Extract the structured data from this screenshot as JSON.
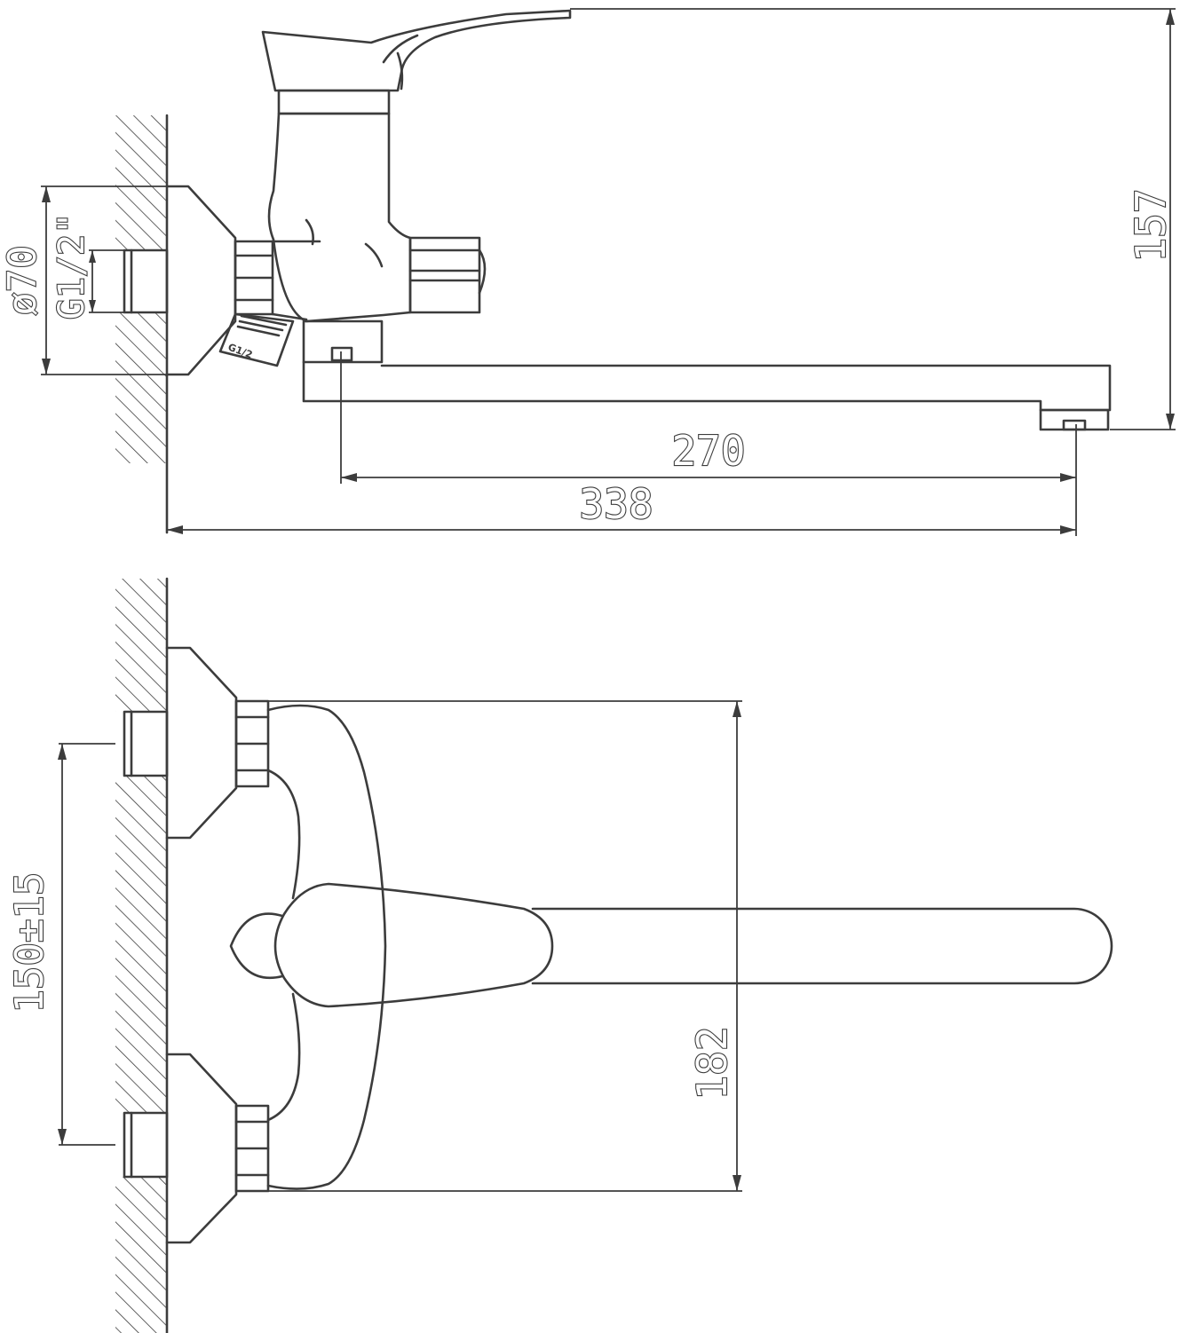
{
  "dimensions": {
    "spout_reach": "270",
    "total_reach": "338",
    "height": "157",
    "flange_diameter": "ø70",
    "inlet_thread": "G1/2\"",
    "eccentric_thread": "G1/2",
    "inlet_spacing": "150±15",
    "body_height": "182"
  },
  "colors": {
    "line": "#3c3c3c",
    "background": "#ffffff"
  }
}
